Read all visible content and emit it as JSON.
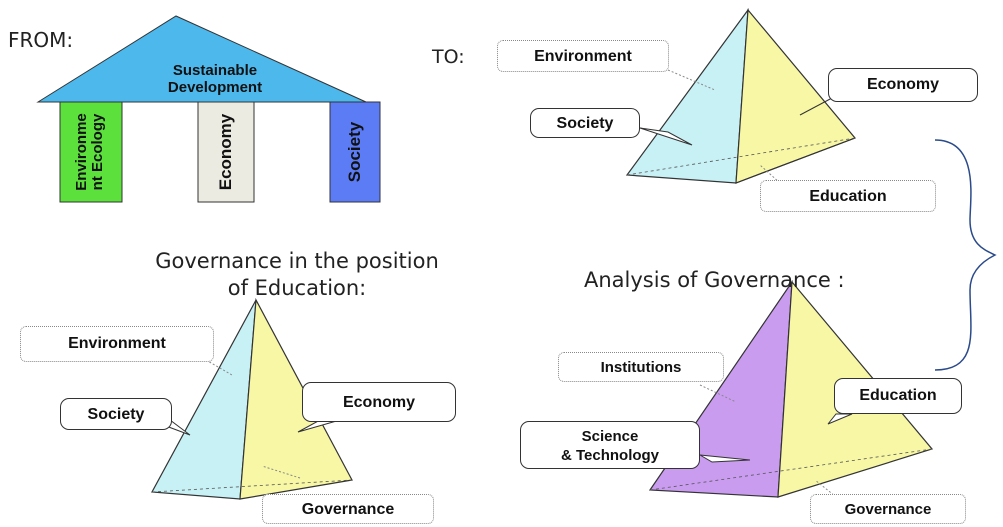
{
  "from_section": {
    "heading": "FROM:",
    "roof_label": [
      "Sustainable",
      "Development"
    ],
    "pillars": [
      {
        "label_lines": [
          "Environme",
          "nt Ecology"
        ],
        "color": "#5be03c"
      },
      {
        "label_lines": [
          "Economy"
        ],
        "color": "#ecebe2"
      },
      {
        "label_lines": [
          "Society"
        ],
        "color": "#5b7cf5"
      }
    ],
    "roof_color": "#4db8ec"
  },
  "to_section": {
    "heading": "TO:",
    "labels": {
      "environment": "Environment",
      "society": "Society",
      "economy": "Economy",
      "education": "Education"
    }
  },
  "governance_position": {
    "heading_lines": [
      "Governance in the position",
      "of Education:"
    ],
    "labels": {
      "environment": "Environment",
      "society": "Society",
      "economy": "Economy",
      "governance": "Governance"
    }
  },
  "analysis": {
    "heading": "Analysis of Governance :",
    "labels": {
      "institutions": "Institutions",
      "science": [
        "Science",
        "& Technology"
      ],
      "education": "Education",
      "governance": "Governance"
    }
  },
  "colors": {
    "face_left": "#c8f1f6",
    "face_right": "#f7f7a6",
    "face_purple": "#c99cf0",
    "brace": "#2a4a8a"
  }
}
